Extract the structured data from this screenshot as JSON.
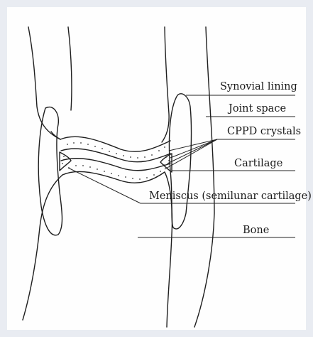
{
  "labels": {
    "synovial_lining": "Synovial lining",
    "joint_space": "Joint space",
    "cppd_crystals": "CPPD crystals",
    "cartilage": "Cartilage",
    "meniscus": "Meniscus (semilunar cartilage)",
    "bone": "Bone"
  },
  "colors": {
    "frame": "#e9ecf2",
    "ink": "#1e1e1e",
    "cartilage_fill": "#ffffff"
  }
}
